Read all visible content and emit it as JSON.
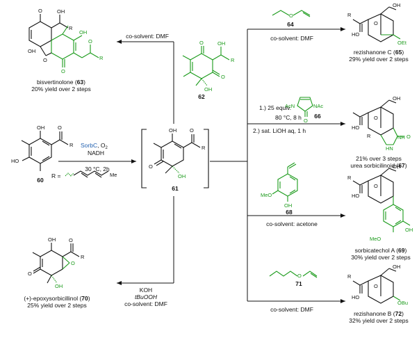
{
  "colors": {
    "accent_green": "#1a9a1a",
    "accent_blue": "#1f5fb0",
    "ink": "#111111"
  },
  "compounds": {
    "c60": "60",
    "c61": "61",
    "c62": "62",
    "c63_name": "bisvertinolone (",
    "c63_num": "63",
    "c63_yield": "20% yield over 2 steps",
    "c64": "64",
    "c65_name": "rezishanone C (",
    "c65_num": "65",
    "c65_yield": "29% yield over 2 steps",
    "c66": "66",
    "c67_yield": "21% over 3 steps",
    "c67_name": "urea sorbicilinoid (",
    "c67_num": "67",
    "c68": "68",
    "c69_name": "sorbicatechol A (",
    "c69_num": "69",
    "c69_yield": "30% yield over 2 steps",
    "c70_name": "(+)-epoxysorbicillinol (",
    "c70_num": "70",
    "c70_yield": "25% yield over 2 steps",
    "c71": "71",
    "c72_name": "rezishanone B (",
    "c72_num": "72",
    "c72_yield": "32% yield over 2 steps",
    "paren_close": ")"
  },
  "conditions": {
    "enzyme": "SorbC",
    "oxidant": ", O",
    "oxidant_sub": "2",
    "cofactor": "NADH",
    "temp_time": "30 °C, 2h",
    "r_def": "R =",
    "cosolvent_dmf_top": "co-solvent: DMF",
    "cosolvent_dmf_64": "co-solvent: DMF",
    "step1": "1.) 25 equiv.",
    "step1_cond": "80 °C, 8 h",
    "step2": "2.) sat. LiOH aq, 1 h",
    "cosolvent_acetone": "co-solvent: acetone",
    "koh": "KOH",
    "tbuooh": "tBuOOH",
    "cosolvent_dmf_70": "co-solvent: DMF",
    "cosolvent_dmf_71": "co-solvent: DMF"
  },
  "atoms": {
    "O": "O",
    "OH": "OH",
    "HO": "HO",
    "R": "R",
    "Me": "Me",
    "OEt": "OEt",
    "OBu": "OBu",
    "MeO": "MeO",
    "AcN": "AcN",
    "NAc": "NAc",
    "NH": "NH",
    "HN": "HN"
  }
}
